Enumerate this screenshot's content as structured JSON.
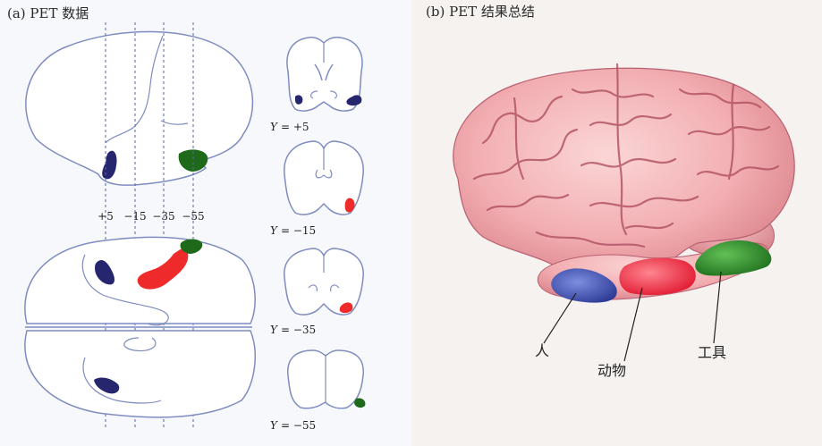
{
  "panel_a": {
    "title": "(a) PET 数据",
    "slice_labels": [
      "+5",
      "−15",
      "−35",
      "−55"
    ],
    "coronal": [
      {
        "axis": "Y",
        "value": "= +5"
      },
      {
        "axis": "Y",
        "value": "= −15"
      },
      {
        "axis": "Y",
        "value": "= −35"
      },
      {
        "axis": "Y",
        "value": "= −55"
      }
    ]
  },
  "panel_b": {
    "title": "(b) PET 结果总结",
    "regions": [
      {
        "label": "人",
        "color": "#3f4fa8"
      },
      {
        "label": "动物",
        "color": "#e8303e"
      },
      {
        "label": "工具",
        "color": "#2f8a2c"
      }
    ]
  },
  "colors": {
    "outline": "#7f8cc0",
    "person": "#26266e",
    "animal": "#ef2a2a",
    "tool": "#1f6a1a",
    "brain_pink": "#f0a8ac"
  }
}
